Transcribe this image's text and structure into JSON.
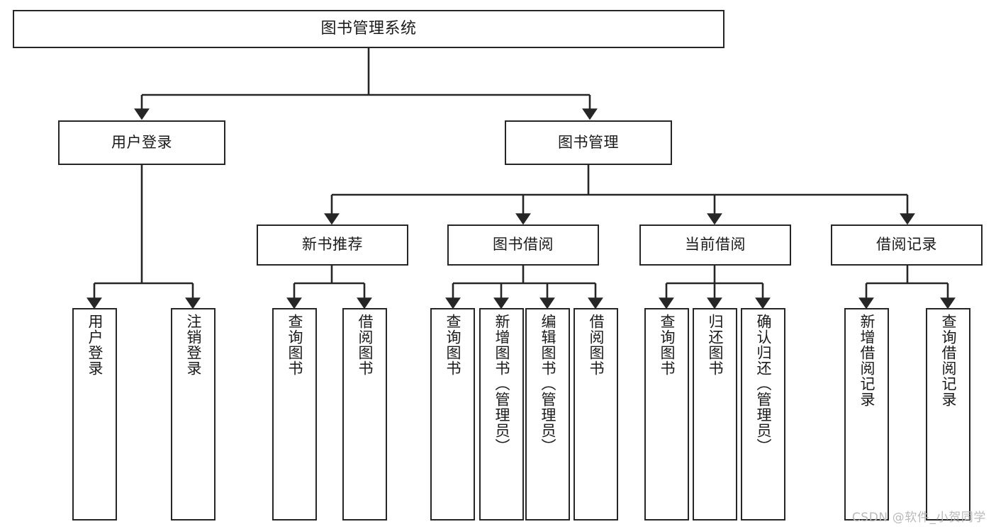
{
  "diagram": {
    "title": "图书管理系统",
    "type": "tree-hierarchy",
    "watermark": "CSDN @软件_小贺同学",
    "colors": {
      "stroke": "#262626",
      "fill": "#ffffff",
      "text": "#1a1a1a",
      "watermark": "#b9b9b9"
    },
    "nodes": {
      "root": {
        "label": "图书管理系统"
      },
      "level2": [
        {
          "id": "user-login",
          "label": "用户登录"
        },
        {
          "id": "book-manage",
          "label": "图书管理"
        }
      ],
      "level3": [
        {
          "id": "new-book-recommend",
          "label": "新书推荐"
        },
        {
          "id": "book-borrow",
          "label": "图书借阅"
        },
        {
          "id": "current-borrow",
          "label": "当前借阅"
        },
        {
          "id": "borrow-record",
          "label": "借阅记录"
        }
      ],
      "leaves": {
        "user-login": [
          {
            "id": "leaf-user-login",
            "label": "用户登录"
          },
          {
            "id": "leaf-logout-login",
            "label": "注销登录"
          }
        ],
        "new-book-recommend": [
          {
            "id": "leaf-query-book-1",
            "label": "查询图书"
          },
          {
            "id": "leaf-borrow-book-1",
            "label": "借阅图书"
          }
        ],
        "book-borrow": [
          {
            "id": "leaf-query-book-2",
            "label": "查询图书"
          },
          {
            "id": "leaf-add-book-admin",
            "label": "新增图书（管理员）"
          },
          {
            "id": "leaf-edit-book-admin",
            "label": "编辑图书（管理员）"
          },
          {
            "id": "leaf-borrow-book-2",
            "label": "借阅图书"
          }
        ],
        "current-borrow": [
          {
            "id": "leaf-query-book-3",
            "label": "查询图书"
          },
          {
            "id": "leaf-return-book",
            "label": "归还图书"
          },
          {
            "id": "leaf-confirm-return-admin",
            "label": "确认归还（管理员）"
          }
        ],
        "borrow-record": [
          {
            "id": "leaf-add-borrow-record",
            "label": "新增借阅记录"
          },
          {
            "id": "leaf-query-borrow-record",
            "label": "查询借阅记录"
          }
        ]
      }
    }
  }
}
